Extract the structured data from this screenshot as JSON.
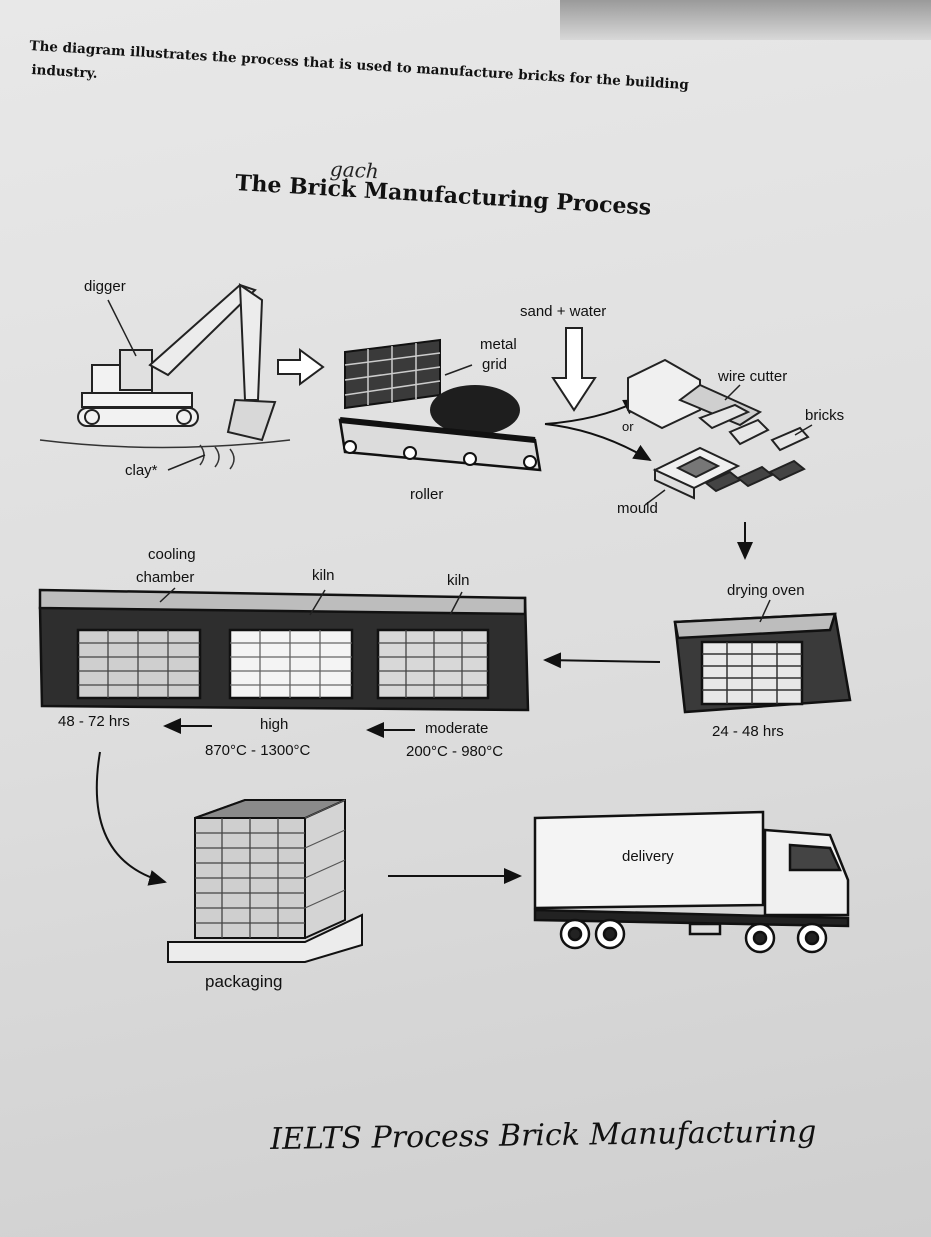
{
  "intro": {
    "line1": "The diagram illustrates the process that is used to manufacture bricks for the building",
    "line2": "industry."
  },
  "handwritten_note": "gạch",
  "diagram": {
    "title": "The Brick Manufacturing Process",
    "labels": {
      "digger": "digger",
      "clay": "clay*",
      "metal_grid_1": "metal",
      "metal_grid_2": "grid",
      "roller": "roller",
      "sand_water": "sand + water",
      "wire_cutter": "wire cutter",
      "or": "or",
      "bricks": "bricks",
      "mould": "mould",
      "drying_oven": "drying oven",
      "drying_time": "24 - 48 hrs",
      "cooling_1": "cooling",
      "cooling_2": "chamber",
      "kiln_high": "kiln",
      "kiln_moderate": "kiln",
      "moderate": "moderate",
      "moderate_temp": "200°C - 980°C",
      "high": "high",
      "high_temp": "870°C - 1300°C",
      "cooling_time": "48 - 72 hrs",
      "packaging": "packaging",
      "delivery": "delivery"
    }
  },
  "footer": "IELTS Process Brick Manufacturing"
}
